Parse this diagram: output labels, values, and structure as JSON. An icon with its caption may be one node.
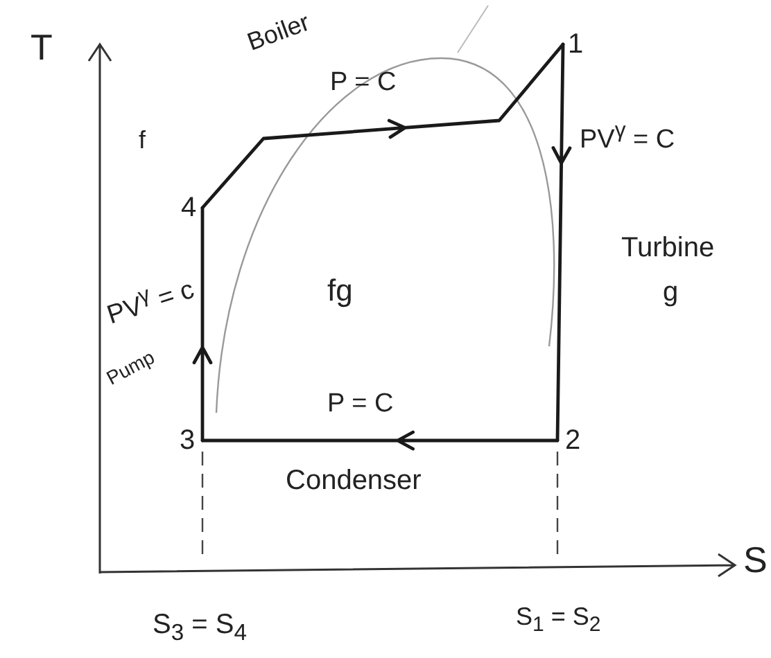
{
  "diagram": {
    "nodes": [
      {
        "text": [
          "1"
        ]
      },
      {
        "text": [
          "2"
        ]
      },
      {
        "text": [
          "3"
        ]
      },
      {
        "text": [
          "4"
        ]
      }
    ],
    "edges": [
      {
        "from": 3,
        "to": 0,
        "arrow": "to",
        "label": "P = C"
      },
      {
        "from": 0,
        "to": 1,
        "arrow": "to",
        "label": "PV$^{γ}$ = C"
      },
      {
        "from": 1,
        "to": 2,
        "arrow": "to",
        "label": "P = C"
      },
      {
        "from": 2,
        "to": 3,
        "arrow": "to",
        "label": "PV$^{γ}$ = c"
      }
    ],
    "labels": [
      "T",
      "Boiler",
      "f",
      "fg",
      "Turbine",
      "g",
      "Pump",
      "Condenser",
      "S",
      "S$_{3}$ = S$_{4}$",
      "S$_{1}$ = S$_{2}$"
    ]
  }
}
